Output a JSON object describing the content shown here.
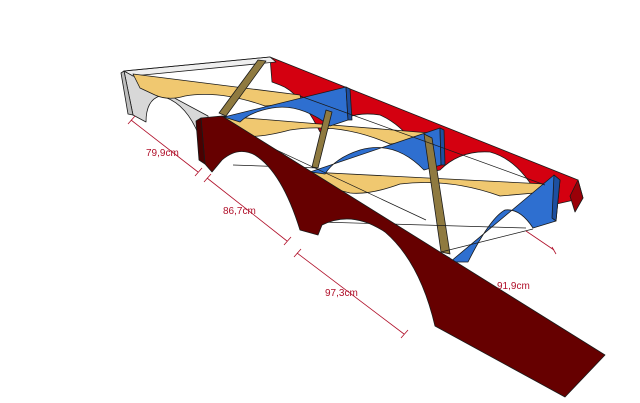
{
  "colors": {
    "dark_red": "#660000",
    "red": "#d40010",
    "blue": "#2e6fd0",
    "tan": "#f0c870",
    "olive": "#8f7a40",
    "grey": "#d8d8d8",
    "dimension": "#b0102a"
  },
  "dimensions": [
    {
      "id": "dim-1",
      "label": "79,9cm"
    },
    {
      "id": "dim-2",
      "label": "86,7cm"
    },
    {
      "id": "dim-3",
      "label": "97,3cm"
    },
    {
      "id": "dim-4",
      "label": "91,9cm"
    }
  ]
}
